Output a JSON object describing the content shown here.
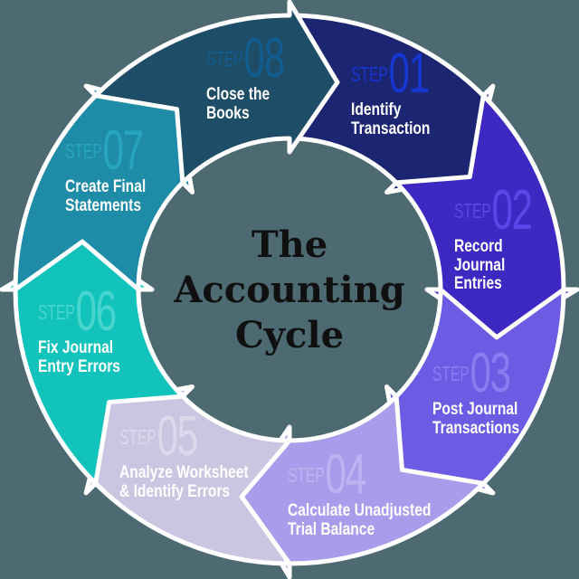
{
  "background_color": "#4D6A73",
  "outline_color": "#FFFFFF",
  "center": {
    "title": "The\nAccounting\nCycle",
    "color": "#101010"
  },
  "steps": [
    {
      "label": "STEP",
      "number": "01",
      "title": "Identify\nTransaction",
      "fill": "#1B2572",
      "accent": "#1636D0",
      "text_color": "#FFFFFF"
    },
    {
      "label": "STEP",
      "number": "02",
      "title": "Record Journal\nEntries",
      "fill": "#3D28C2",
      "accent": "#5948E8",
      "text_color": "#FFFFFF"
    },
    {
      "label": "STEP",
      "number": "03",
      "title": "Post Journal\nTransactions",
      "fill": "#6C5BE3",
      "accent": "#8B7DF0",
      "text_color": "#FFFFFF"
    },
    {
      "label": "STEP",
      "number": "04",
      "title": "Calculate Unadjusted\nTrial Balance",
      "fill": "#A89DEA",
      "accent": "#BCB3F1",
      "text_color": "#FFFFFF"
    },
    {
      "label": "STEP",
      "number": "05",
      "title": "Analyze Worksheet\n& Identify Errors",
      "fill": "#CCC5E1",
      "accent": "#DDD8EC",
      "text_color": "#FFFFFF"
    },
    {
      "label": "STEP",
      "number": "06",
      "title": "Fix Journal\nEntry Errors",
      "fill": "#12C3BB",
      "accent": "#48D5CE",
      "text_color": "#FFFFFF"
    },
    {
      "label": "STEP",
      "number": "07",
      "title": "Create Final\nStatements",
      "fill": "#1E8CA6",
      "accent": "#27A5BF",
      "text_color": "#FFFFFF"
    },
    {
      "label": "STEP",
      "number": "08",
      "title": "Close the\nBooks",
      "fill": "#1D4D67",
      "accent": "#135C90",
      "text_color": "#FFFFFF"
    }
  ]
}
